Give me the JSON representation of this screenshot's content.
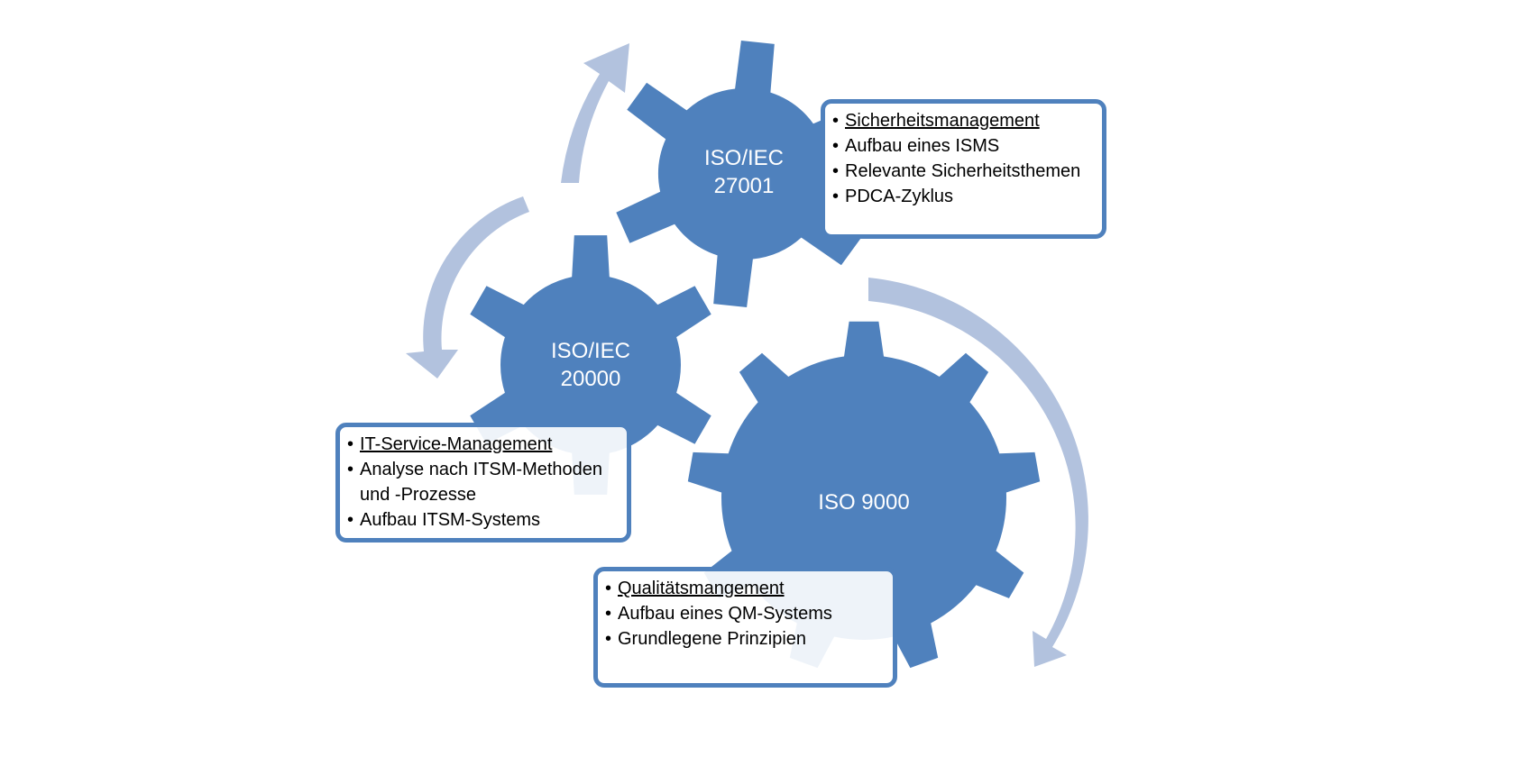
{
  "colors": {
    "gear": "#4f81bd",
    "arrow": "#b2c2de",
    "box_border": "#4f81bd",
    "box_fill_opaque": "#ffffff",
    "box_fill_translucent": "rgba(255,255,255,0.9)"
  },
  "arrows": [
    {
      "name": "arrow-top-left-curved",
      "icon": "curved-arrow-up-icon"
    },
    {
      "name": "arrow-left-curved",
      "icon": "curved-arrow-down-icon"
    },
    {
      "name": "arrow-right-curved",
      "icon": "curved-arrow-down-icon"
    }
  ],
  "gears": [
    {
      "id": "gear-27001",
      "lines": [
        "ISO/IEC",
        "27001"
      ],
      "teeth": 6,
      "icon": "gear-icon"
    },
    {
      "id": "gear-20000",
      "lines": [
        "ISO/IEC",
        "20000"
      ],
      "teeth": 6,
      "icon": "gear-icon"
    },
    {
      "id": "gear-9000",
      "lines": [
        "ISO 9000"
      ],
      "teeth": 9,
      "icon": "gear-icon"
    }
  ],
  "boxes": {
    "iso27001": {
      "heading": "Sicherheitsmanagement",
      "items": [
        "Aufbau eines ISMS",
        "Relevante Sicherheitsthemen",
        "PDCA-Zyklus"
      ]
    },
    "iso20000": {
      "heading": "IT-Service-Management",
      "items": [
        "Analyse nach ITSM-Methoden und -Prozesse",
        "Aufbau ITSM-Systems"
      ]
    },
    "iso9000": {
      "heading": "Qualitätsmangement",
      "items": [
        "Aufbau eines QM-Systems",
        "Grundlegene Prinzipien"
      ]
    }
  }
}
